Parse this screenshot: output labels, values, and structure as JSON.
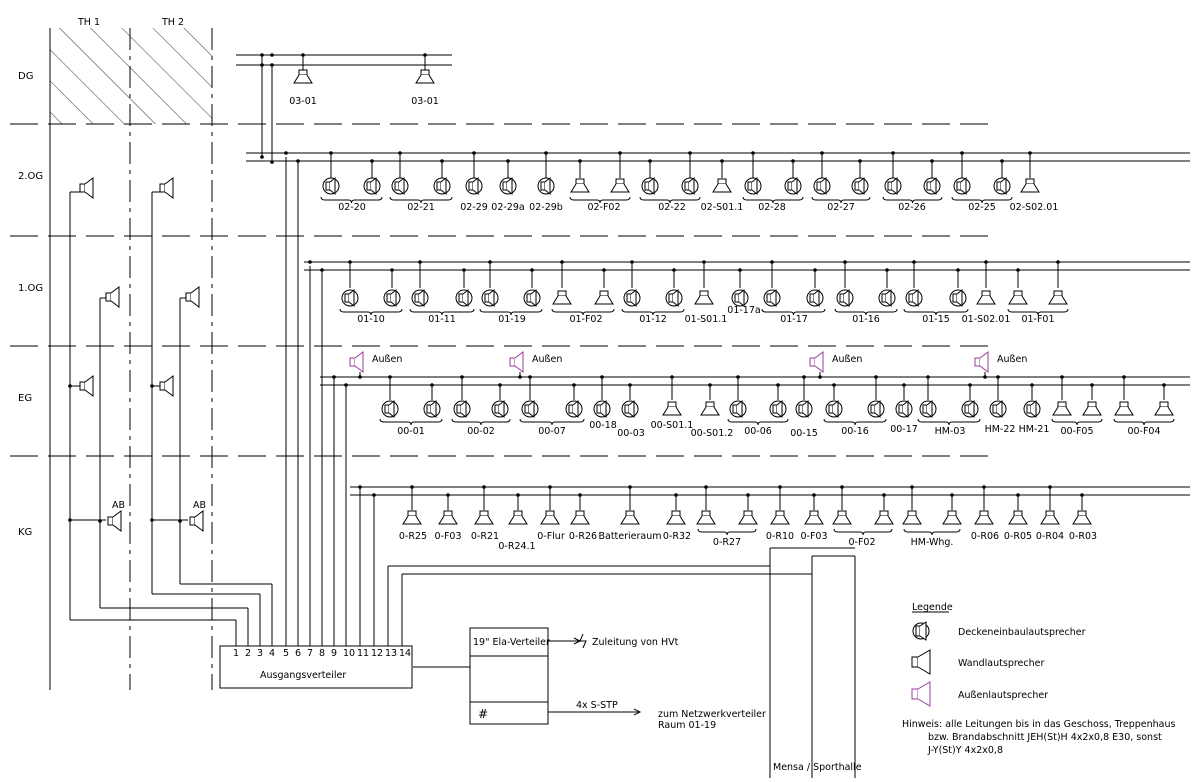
{
  "floors": [
    "DG",
    "2.OG",
    "1.OG",
    "EG",
    "KG"
  ],
  "stairwells": [
    "TH 1",
    "TH 2"
  ],
  "room_labels": {
    "dg": [
      "03-01",
      "03-01"
    ],
    "og2": [
      "02-20",
      "02-21",
      "02-29",
      "02-29a",
      "02-29b",
      "02-F02",
      "02-22",
      "02-S01.1",
      "02-28",
      "02-27",
      "02-26",
      "02-25",
      "02-S02.01"
    ],
    "og1": [
      "01-10",
      "01-11",
      "01-19",
      "01-F02",
      "01-12",
      "01-S01.1",
      "01-17a",
      "01-17",
      "01-16",
      "01-15",
      "01-S02.01",
      "01-F01"
    ],
    "eg": [
      "00-01",
      "00-02",
      "00-07",
      "00-18",
      "00-03",
      "00-S01.1",
      "00-S01.2",
      "00-06",
      "00-15",
      "00-16",
      "00-17",
      "HM-03",
      "HM-22",
      "HM-21",
      "00-F05",
      "00-F04"
    ],
    "kg": [
      "0-R25",
      "0-F03",
      "0-R21",
      "0-R24.1",
      "0-Flur",
      "0-R26",
      "Batterieraum",
      "0-R32",
      "0-R27",
      "0-R10",
      "0-F03",
      "0-F02",
      "HM-Whg.",
      "0-R06",
      "0-R05",
      "0-R04",
      "0-R03"
    ]
  },
  "outdoor_label": "Außen",
  "ab_label": "AB",
  "distributor": {
    "label": "Ausgangsverteiler",
    "terminals": [
      "1",
      "2",
      "3",
      "4",
      "5",
      "6",
      "7",
      "8",
      "9",
      "10",
      "11",
      "12",
      "13",
      "14"
    ]
  },
  "ela": {
    "label": "19\" Ela-Verteiler",
    "symbol": "#",
    "feed": "Zuleitung von HVt",
    "cable": "4x S-STP",
    "target_line1": "zum Netzwerkverteiler",
    "target_line2": "Raum 01-19"
  },
  "mensa_label": "Mensa / Sporthalle",
  "legend": {
    "title": "Legende",
    "items": [
      {
        "label": "Deckeneinbaulautsprecher",
        "icon": "ceiling-speaker-icon"
      },
      {
        "label": "Wandlautsprecher",
        "icon": "wall-speaker-icon"
      },
      {
        "label": "Außenlautsprecher",
        "icon": "outdoor-speaker-icon",
        "color": "#9b3b9b"
      }
    ]
  },
  "note": {
    "line1": "Hinweis: alle Leitungen bis in das Geschoss, Treppenhaus",
    "line2": "bzw. Brandabschnitt JEH(St)H 4x2x0,8 E30, sonst",
    "line3": "J-Y(St)Y 4x2x0,8"
  }
}
